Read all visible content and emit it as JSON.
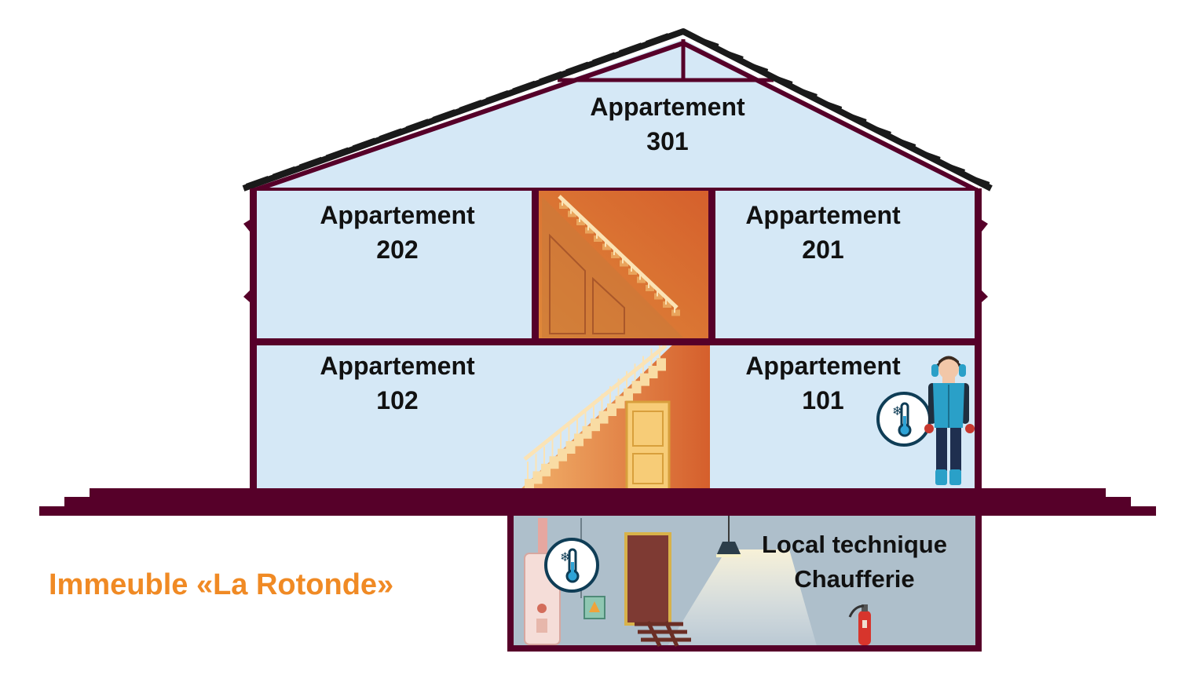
{
  "building": {
    "title": "Immeuble «La Rotonde»",
    "colors": {
      "wall": "#560029",
      "room_fill": "#d5e8f6",
      "stair_orange": "#d55f2c",
      "cellar_fill": "#aebfcb",
      "title_orange": "#f08a24"
    }
  },
  "rooms": {
    "a301": {
      "line1": "Appartement",
      "line2": "301"
    },
    "a202": {
      "line1": "Appartement",
      "line2": "202"
    },
    "a201": {
      "line1": "Appartement",
      "line2": "201"
    },
    "a102": {
      "line1": "Appartement",
      "line2": "102"
    },
    "a101": {
      "line1": "Appartement",
      "line2": "101"
    }
  },
  "cellar": {
    "line1": "Local technique",
    "line2": "Chaufferie"
  },
  "icons": [
    "roof-tiles-icon",
    "staircase-icon",
    "door-icon",
    "cold-thermometer-icon",
    "cold-person-icon",
    "boiler-icon",
    "electrical-box-icon",
    "ceiling-lamp-icon",
    "fire-extinguisher-icon"
  ]
}
